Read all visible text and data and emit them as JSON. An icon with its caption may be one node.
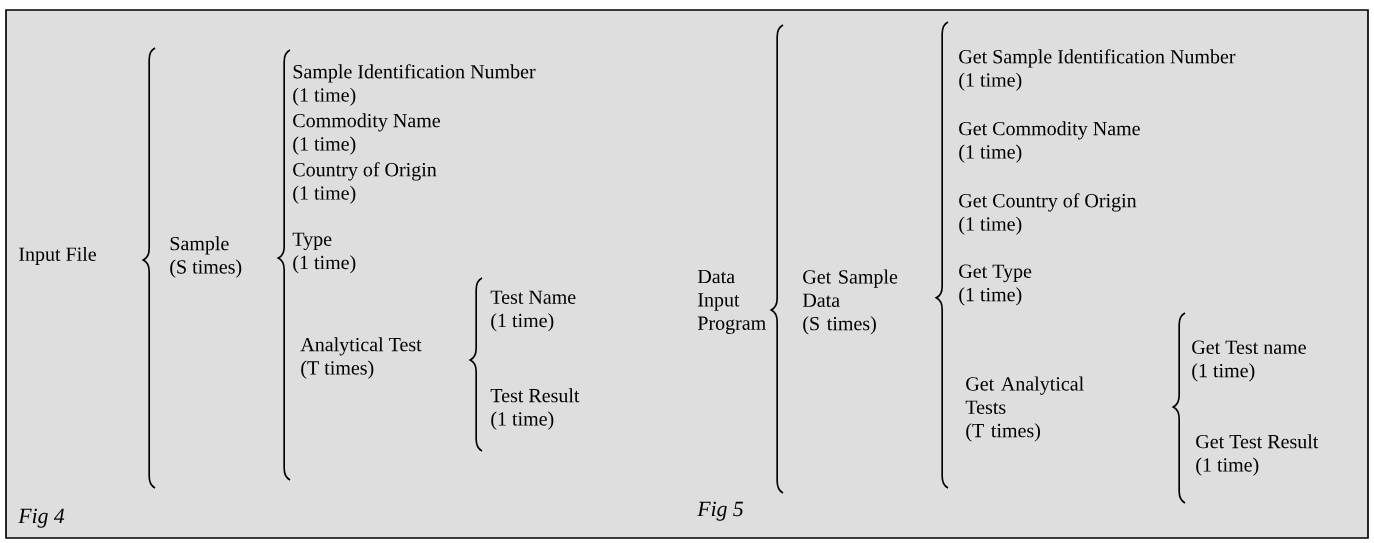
{
  "diagram": {
    "nodes": [
      {
        "text": [
          "Input File"
        ]
      },
      {
        "text": [
          "Sample",
          "(S times)"
        ]
      },
      {
        "text": [
          "Sample Identification Number",
          "(1 time)"
        ]
      },
      {
        "text": [
          "Commodity Name",
          "(1 time)"
        ]
      },
      {
        "text": [
          "Country of Origin",
          "(1 time)"
        ]
      },
      {
        "text": [
          "Type",
          "(1 time)"
        ]
      },
      {
        "text": [
          "Analytical Test",
          "(T times)"
        ]
      },
      {
        "text": [
          "Test Name",
          "(1 time)"
        ]
      },
      {
        "text": [
          "Test Result",
          "(1 time)"
        ]
      },
      {
        "text": [
          "Data Input Program"
        ]
      },
      {
        "text": [
          "Get Sample Data",
          "(S times)"
        ]
      },
      {
        "text": [
          "Get Sample Identification Number",
          "(1 time)"
        ]
      },
      {
        "text": [
          "Get Commodity Name",
          "(1 time)"
        ]
      },
      {
        "text": [
          "Get Country of Origin",
          "(1 time)"
        ]
      },
      {
        "text": [
          "Get Type",
          "(1 time)"
        ]
      },
      {
        "text": [
          "Get Analytical Tests",
          "(T times)"
        ]
      },
      {
        "text": [
          "Get Test name",
          "(1 time)"
        ]
      },
      {
        "text": [
          "Get Test Result",
          "(1 time)"
        ]
      }
    ],
    "labels": [
      "Fig 4",
      "Fig 5"
    ]
  }
}
